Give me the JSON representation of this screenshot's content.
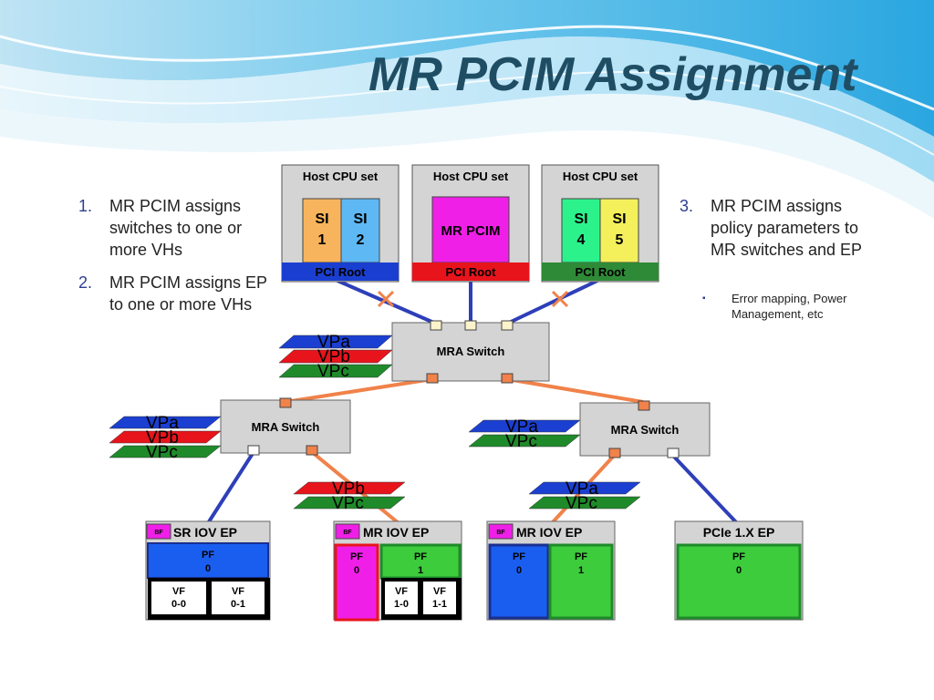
{
  "title": "MR PCIM Assignment",
  "left_list": [
    {
      "num": "1.",
      "text": "MR PCIM assigns switches to one or more VHs"
    },
    {
      "num": "2.",
      "text": "MR PCIM assigns EP to one or more VHs"
    }
  ],
  "right_list": [
    {
      "num": "3.",
      "text": "MR PCIM assigns policy parameters to MR switches and EP"
    }
  ],
  "right_sub": {
    "bullet": "▪",
    "text": "Error mapping, Power Management, etc"
  },
  "host1": {
    "title": "Host CPU set",
    "si_a": [
      "SI",
      "1"
    ],
    "si_b": [
      "SI",
      "2"
    ],
    "root": "PCI Root"
  },
  "host2": {
    "title": "Host CPU set",
    "pcim": "MR PCIM",
    "root": "PCI Root"
  },
  "host3": {
    "title": "Host CPU set",
    "si_a": [
      "SI",
      "4"
    ],
    "si_b": [
      "SI",
      "5"
    ],
    "root": "PCI Root"
  },
  "switch_top": "MRA Switch",
  "switch_left": "MRA Switch",
  "switch_right": "MRA Switch",
  "vp": {
    "a": "VPa",
    "b": "VPb",
    "c": "VPc"
  },
  "ep1": {
    "bf": "BF",
    "title": "SR IOV EP",
    "pf": [
      "PF",
      "0"
    ],
    "vf1": [
      "VF",
      "0-0"
    ],
    "vf2": [
      "VF",
      "0-1"
    ]
  },
  "ep2": {
    "bf": "BF",
    "title": "MR IOV EP",
    "pf0": [
      "PF",
      "0"
    ],
    "pf1": [
      "PF",
      "1"
    ],
    "vf1": [
      "VF",
      "1-0"
    ],
    "vf2": [
      "VF",
      "1-1"
    ]
  },
  "ep3": {
    "bf": "BF",
    "title": "MR IOV EP",
    "pf0": [
      "PF",
      "0"
    ],
    "pf1": [
      "PF",
      "1"
    ]
  },
  "ep4": {
    "title": "PCIe 1.X EP",
    "pf": [
      "PF",
      "0"
    ]
  },
  "colors": {
    "title": "#1f4e64",
    "vp_blue": "#1b3fd1",
    "vp_red": "#e8141c",
    "vp_green": "#1f8a2a",
    "orange_link": "#f0824a",
    "blue_link": "#2e3fb8",
    "magenta": "#f01fe8",
    "pf_blue": "#1a5ef0",
    "pf_green": "#3ccc3c"
  }
}
